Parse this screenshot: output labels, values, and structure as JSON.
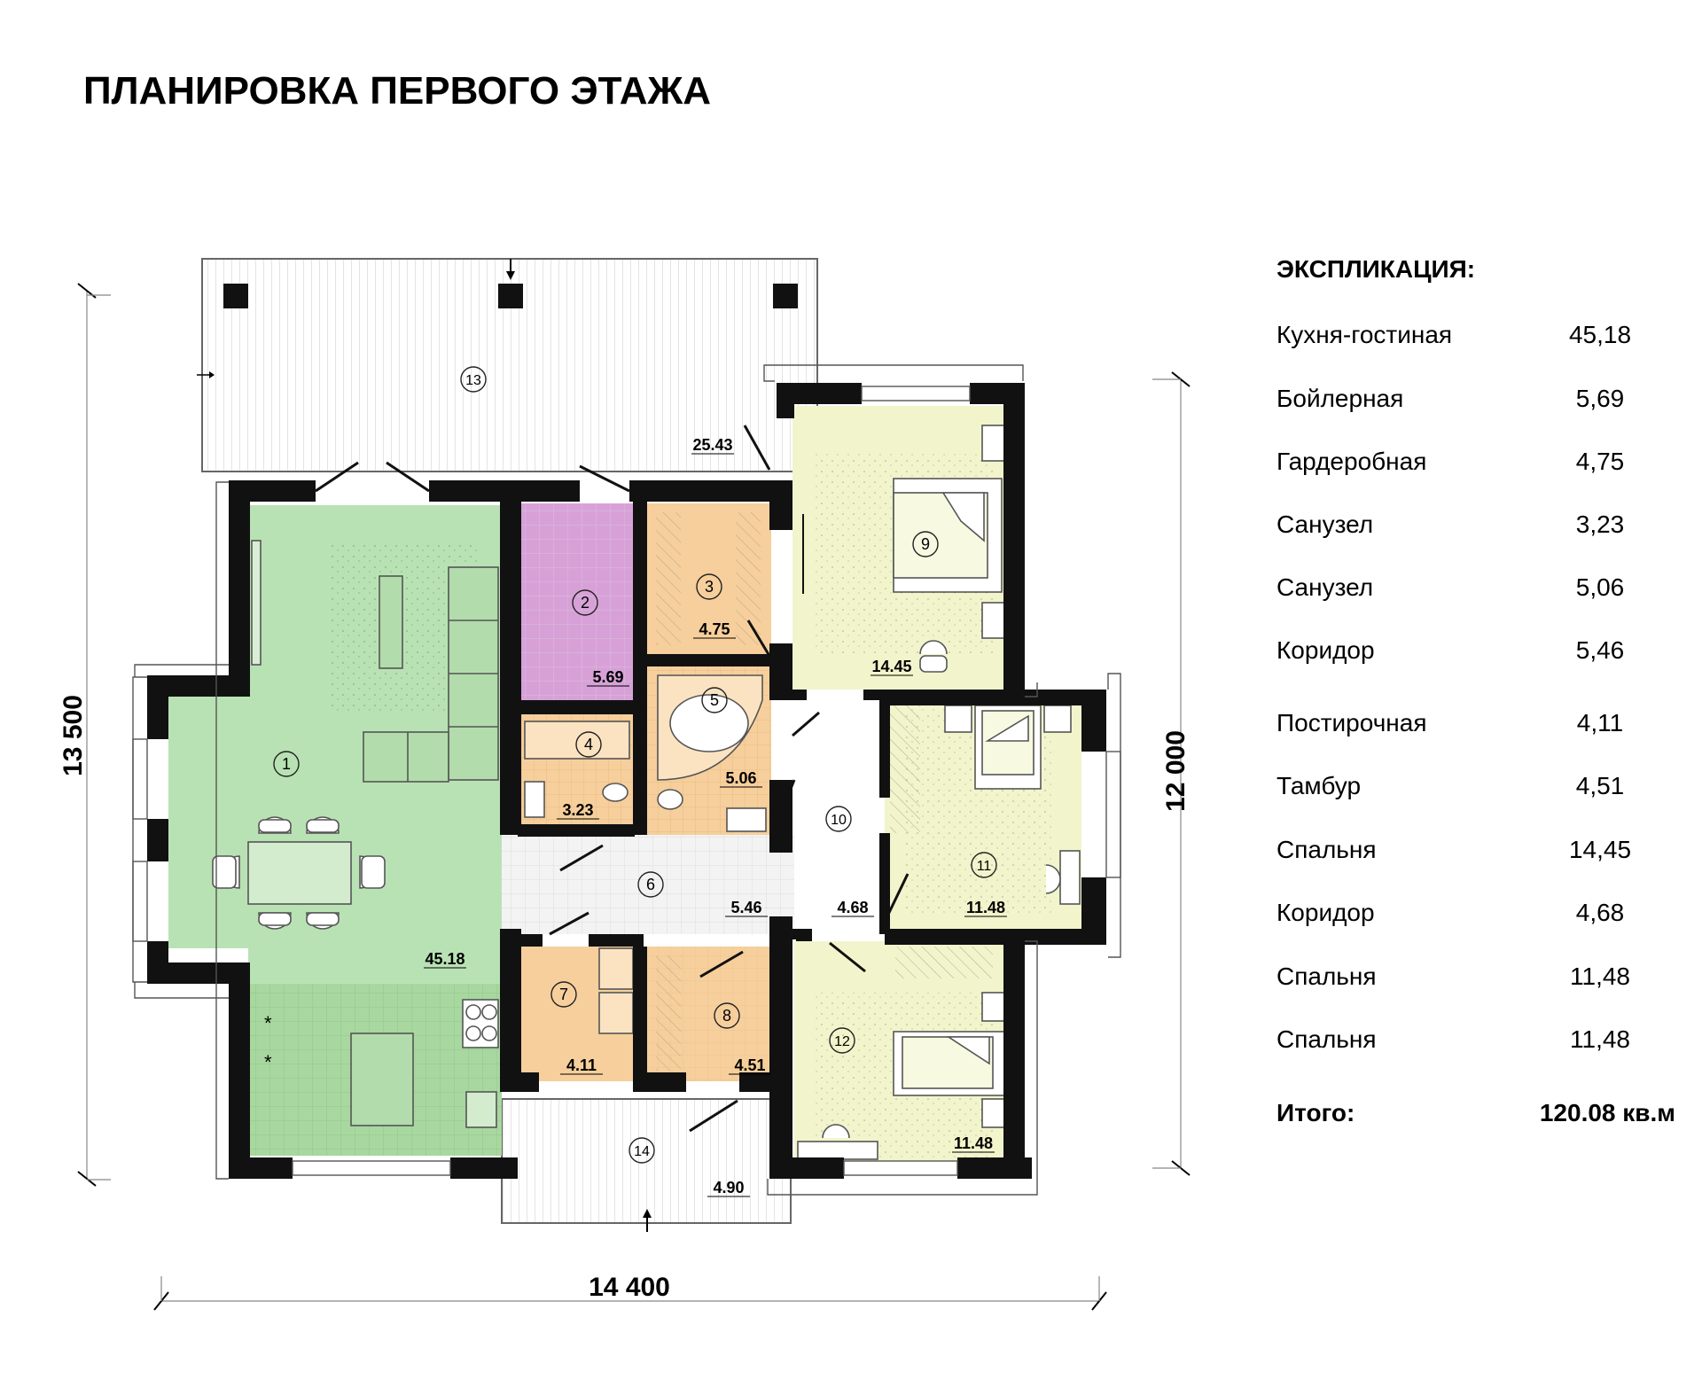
{
  "title": "ПЛАНИРОВКА ПЕРВОГО ЭТАЖА",
  "dimensions": {
    "width": "14 400",
    "height_left": "13 500",
    "height_right": "12 000"
  },
  "rooms": [
    {
      "number": "1",
      "area": "45.18",
      "color": "#b9e2b4"
    },
    {
      "number": "2",
      "area": "5.69",
      "color": "#d7a1d8"
    },
    {
      "number": "3",
      "area": "4.75",
      "color": "#f6cf9c"
    },
    {
      "number": "4",
      "area": "3.23",
      "color": "#f6cf9c"
    },
    {
      "number": "5",
      "area": "5.06",
      "color": "#f6cf9c"
    },
    {
      "number": "6",
      "area": "5.46",
      "color": "#f3f3f3"
    },
    {
      "number": "7",
      "area": "4.11",
      "color": "#f6cf9c"
    },
    {
      "number": "8",
      "area": "4.51",
      "color": "#f6cf9c"
    },
    {
      "number": "9",
      "area": "14.45",
      "color": "#f2f5cc"
    },
    {
      "number": "10",
      "area": "4.68",
      "color": "#ffffff"
    },
    {
      "number": "11",
      "area": "11.48",
      "color": "#f2f5cc"
    },
    {
      "number": "12",
      "area": "11.48",
      "color": "#f2f5cc"
    },
    {
      "number": "13",
      "area": "25.43",
      "color": "#ffffff"
    },
    {
      "number": "14",
      "area": "4.90",
      "color": "#ffffff"
    }
  ],
  "legend": {
    "title": "ЭКСПЛИКАЦИЯ:",
    "items": [
      {
        "name": "Кухня-гостиная",
        "value": "45,18"
      },
      {
        "name": "Бойлерная",
        "value": "5,69"
      },
      {
        "name": "Гардеробная",
        "value": "4,75"
      },
      {
        "name": "Санузел",
        "value": "3,23"
      },
      {
        "name": "Санузел",
        "value": "5,06"
      },
      {
        "name": "Коридор",
        "value": "5,46"
      },
      {
        "name": "Постирочная",
        "value": "4,11"
      },
      {
        "name": "Тамбур",
        "value": "4,51"
      },
      {
        "name": "Спальня",
        "value": "14,45"
      },
      {
        "name": "Коридор",
        "value": "4,68"
      },
      {
        "name": "Спальня",
        "value": "11,48"
      },
      {
        "name": "Спальня",
        "value": "11,48"
      }
    ],
    "total_label": "Итого:",
    "total_value": "120.08 кв.м"
  },
  "colors": {
    "wall": "#111111",
    "kitchen_tile": "#a8d8a0",
    "rug": "#9fd09a"
  }
}
